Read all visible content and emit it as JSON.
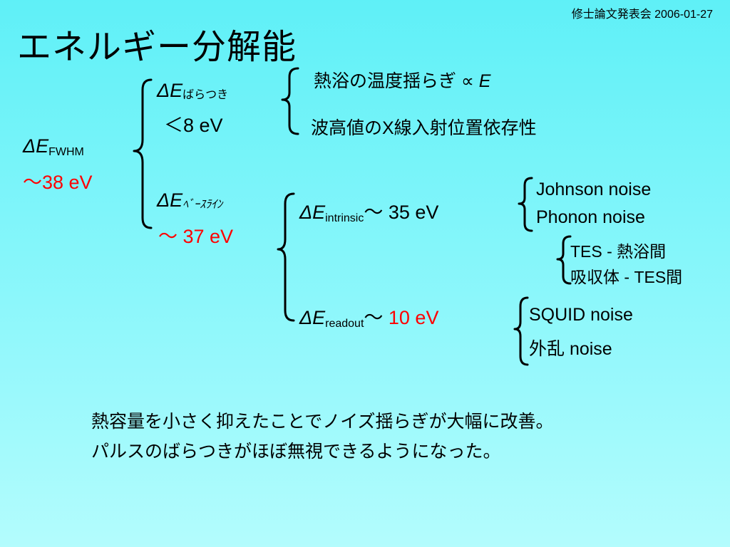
{
  "header": {
    "note": "修士論文発表会 2006-01-27",
    "title": "エネルギー分解能"
  },
  "fwhm": {
    "symbol": "ΔE",
    "subscript": "FWHM",
    "value": "～38 eV"
  },
  "baratsuki": {
    "symbol": "ΔE",
    "subscript": "ばらつき",
    "value": "＜8 eV",
    "causes": [
      {
        "text": "熱浴の温度揺らぎ ∝ ",
        "var": "E"
      },
      {
        "text": "波高値のX線入射位置依存性"
      }
    ]
  },
  "baseline": {
    "symbol": "ΔE",
    "subscript": "ﾍﾞｰｽﾗｲﾝ",
    "value": "～ 37 eV"
  },
  "intrinsic": {
    "symbol": "ΔE",
    "subscript": "intrinsic",
    "value": "～ 35 eV",
    "noises": [
      "Johnson noise",
      "Phonon noise"
    ],
    "phonon_parts": [
      "TES - 熱浴間",
      "吸収体 - TES間"
    ]
  },
  "readout": {
    "symbol": "ΔE",
    "subscript": "readout",
    "tilde": "～",
    "value": " 10 eV",
    "noises": [
      "SQUID noise",
      "外乱 noise"
    ]
  },
  "summary": {
    "line1": "熱容量を小さく抑えたことでノイズ揺らぎが大幅に改善。",
    "line2": "パルスのばらつきがほぼ無視できるようになった。"
  },
  "colors": {
    "background": "#6ff3f9",
    "highlight": "#ff0000"
  }
}
